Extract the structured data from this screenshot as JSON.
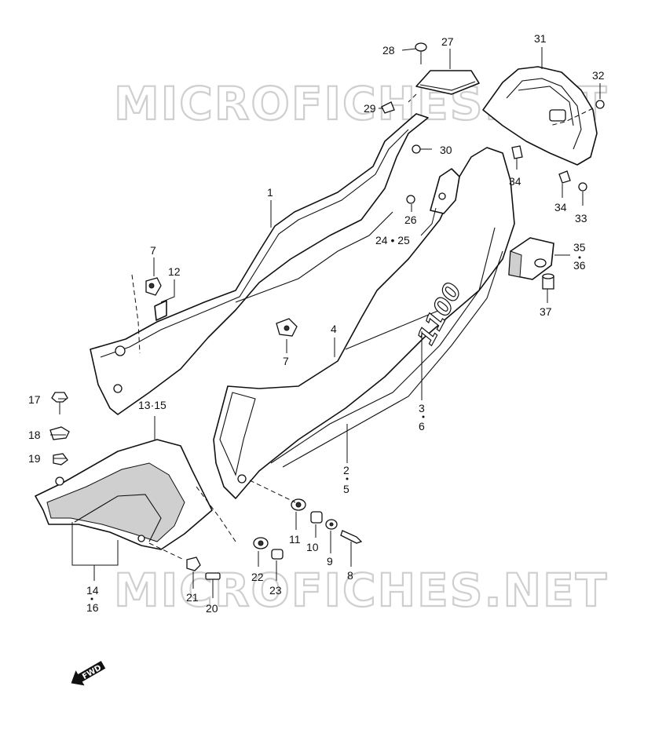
{
  "watermarks": [
    "MICROFICHES.NET",
    "MICROFICHES.NET"
  ],
  "emblem_text": "1100",
  "fwd_label": "FWD",
  "callouts": {
    "c1": "1",
    "c2_5a": "2",
    "c2_5b": "5",
    "c3_6a": "3",
    "c3_6b": "6",
    "c4": "4",
    "c7a": "7",
    "c7b": "7",
    "c8": "8",
    "c10": "10",
    "c9": "9",
    "c11": "11",
    "c12": "12",
    "c13_15": "13·15",
    "c14_16a": "14",
    "c14_16b": "16",
    "c17": "17",
    "c18": "18",
    "c19": "19",
    "c20": "20",
    "c21": "21",
    "c22": "22",
    "c23": "23",
    "c24_25": "24 • 25",
    "c26": "26",
    "c27": "27",
    "c28": "28",
    "c29": "29",
    "c30": "30",
    "c31": "31",
    "c32": "32",
    "c33": "33",
    "c34a": "34",
    "c34b": "34",
    "c35_36a": "35",
    "c35_36b": "36",
    "c37": "37"
  }
}
